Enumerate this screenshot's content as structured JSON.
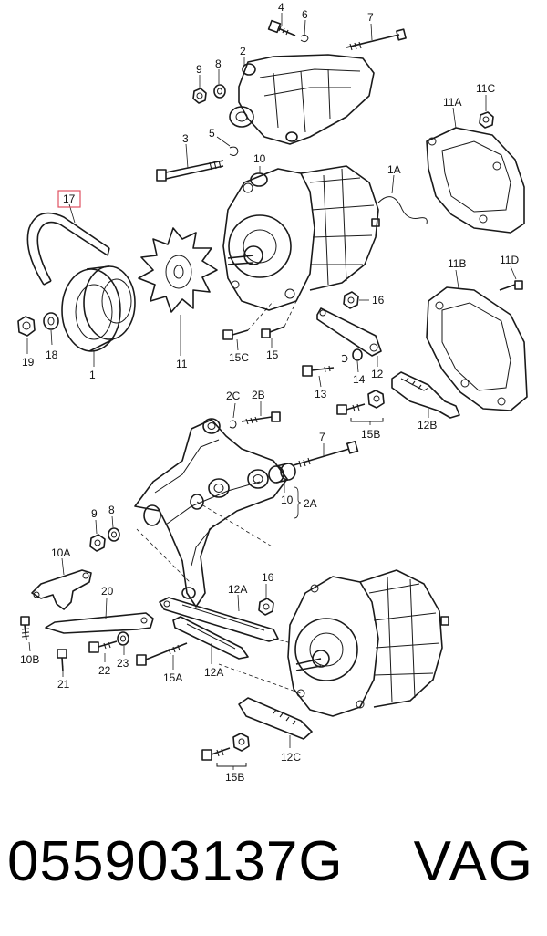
{
  "diagram": {
    "highlighted_callout": "17",
    "highlight_color": "#e05060",
    "callouts": {
      "c4": "4",
      "c6": "6",
      "c7a": "7",
      "c2": "2",
      "c9a": "9",
      "c8a": "8",
      "c11c": "11C",
      "c11a": "11A",
      "c3": "3",
      "c5": "5",
      "c10a": "10",
      "c1a": "1A",
      "c17": "17",
      "c11": "11",
      "c1": "1",
      "c18": "18",
      "c19": "19",
      "c16a": "16",
      "c11d": "11D",
      "c11b": "11B",
      "c15c": "15C",
      "c15": "15",
      "c12": "12",
      "c13": "13",
      "c14": "14",
      "c12b": "12B",
      "c15b_a": "15B",
      "c2c": "2C",
      "c2b": "2B",
      "c7b": "7",
      "c10b": "10",
      "c2a": "2A",
      "c9b": "9",
      "c8b": "8",
      "c10a_part": "10A",
      "c20": "20",
      "c12a_a": "12A",
      "c16b": "16",
      "c10b_part": "10B",
      "c21": "21",
      "c22": "22",
      "c23": "23",
      "c15a": "15A",
      "c12a_b": "12A",
      "c12c": "12C",
      "c15b_b": "15B"
    }
  },
  "footer": {
    "part_number": "055903137G",
    "brand": "VAG"
  }
}
